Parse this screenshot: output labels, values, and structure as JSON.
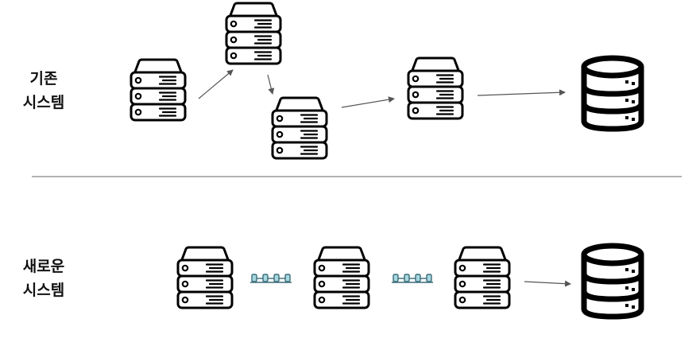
{
  "legacy_system": {
    "label_line1": "기존",
    "label_line2": "시스템"
  },
  "new_system": {
    "label_line1": "새로운",
    "label_line2": "시스템"
  },
  "colors": {
    "icon_stroke": "#000000",
    "arrow": "#555555",
    "divider": "#9a9a9a",
    "queue_fill": "#a8d8e0",
    "queue_stroke": "#3a6b78"
  },
  "icons": [
    "server-icon",
    "database-icon",
    "message-queue-icon",
    "arrow"
  ]
}
